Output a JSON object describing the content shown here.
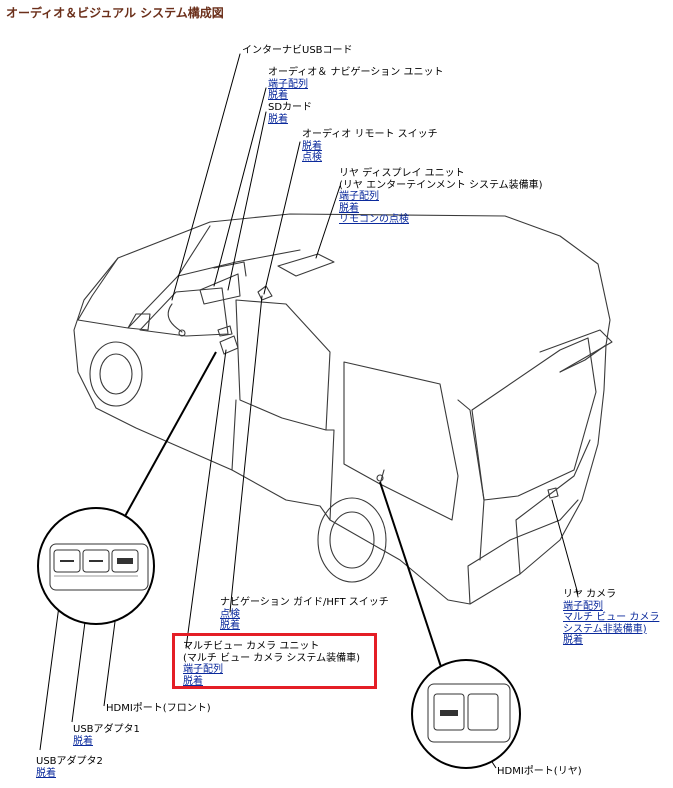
{
  "title": "オーディオ＆ビジュアル システム構成図",
  "labels": {
    "usb_cord": {
      "name": "インターナビUSBコード"
    },
    "av_unit": {
      "name": "オーディオ＆ ナビゲーション ユニット",
      "links": [
        "端子配列",
        "脱着"
      ]
    },
    "sd_card": {
      "name": "SDカード",
      "links": [
        "脱着"
      ]
    },
    "remote_switch": {
      "name": "オーディオ リモート スイッチ",
      "links": [
        "脱着",
        "点検"
      ]
    },
    "rear_display": {
      "name": "リヤ ディスプレイ ユニット",
      "name2": "(リヤ エンターテインメント システム装備車)",
      "links": [
        "端子配列",
        "脱着",
        "リモコンの点検"
      ]
    },
    "nav_guide_switch": {
      "name": "ナビゲーション ガイド/HFT スイッチ",
      "links": [
        "点検",
        "脱着"
      ]
    },
    "multiview_unit": {
      "name": "マルチビュー カメラ ユニット",
      "name2": "(マルチ ビュー カメラ システム装備車)",
      "links": [
        "端子配列",
        "脱着"
      ]
    },
    "hdmi_front": {
      "name": "HDMIポート(フロント)"
    },
    "usb_adapter1": {
      "name": "USBアダプタ1",
      "links": [
        "脱着"
      ]
    },
    "usb_adapter2": {
      "name": "USBアダプタ2",
      "links": [
        "脱着"
      ]
    },
    "rear_camera": {
      "name": "リヤ カメラ",
      "links": [
        "端子配列",
        "マルチ ビュー カメラ",
        "システム非装備車)",
        "脱着"
      ]
    },
    "hdmi_rear": {
      "name": "HDMIポート(リヤ)"
    }
  },
  "colors": {
    "title": "#6b2f1a",
    "link": "#0b2a9c",
    "highlight": "#e41e26"
  }
}
